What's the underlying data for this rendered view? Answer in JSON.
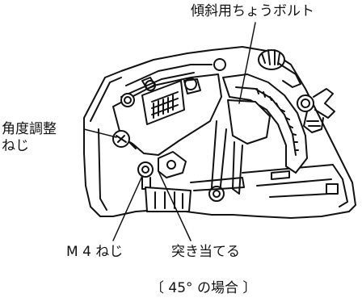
{
  "labels": {
    "tilt_bolt": "傾斜用ちょうボルト",
    "angle_screw_line1": "角度調整",
    "angle_screw_line2": "ねじ",
    "m4_screw": "M 4 ねじ",
    "stop": "突き当てる",
    "caption": "〔 45° の場合 〕"
  }
}
